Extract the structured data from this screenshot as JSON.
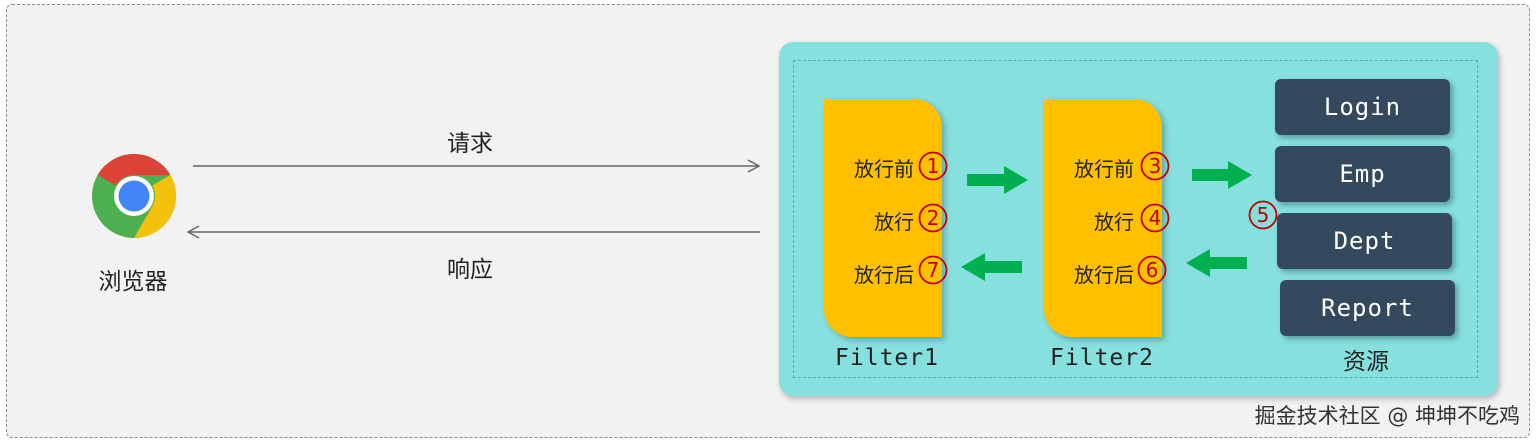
{
  "browser": {
    "label": "浏览器",
    "icon": "chrome-browser-icon"
  },
  "flow": {
    "request_label": "请求",
    "response_label": "响应"
  },
  "filters": [
    {
      "name": "Filter1",
      "steps": [
        {
          "text": "放行前",
          "marker": "①"
        },
        {
          "text": "放行",
          "marker": "②"
        },
        {
          "text": "放行后",
          "marker": "⑦"
        }
      ]
    },
    {
      "name": "Filter2",
      "steps": [
        {
          "text": "放行前",
          "marker": "③"
        },
        {
          "text": "放行",
          "marker": "④"
        },
        {
          "text": "放行后",
          "marker": "⑥"
        }
      ]
    }
  ],
  "resources": {
    "label": "资源",
    "marker": "⑤",
    "items": [
      "Login",
      "Emp",
      "Dept",
      "Report"
    ]
  },
  "watermark": "掘金技术社区 @ 坤坤不吃鸡",
  "colors": {
    "filter": "#ffc000",
    "container": "#86e0de",
    "resource_button": "#34495e",
    "arrow_green": "#00b050",
    "marker_red": "#c00000"
  }
}
